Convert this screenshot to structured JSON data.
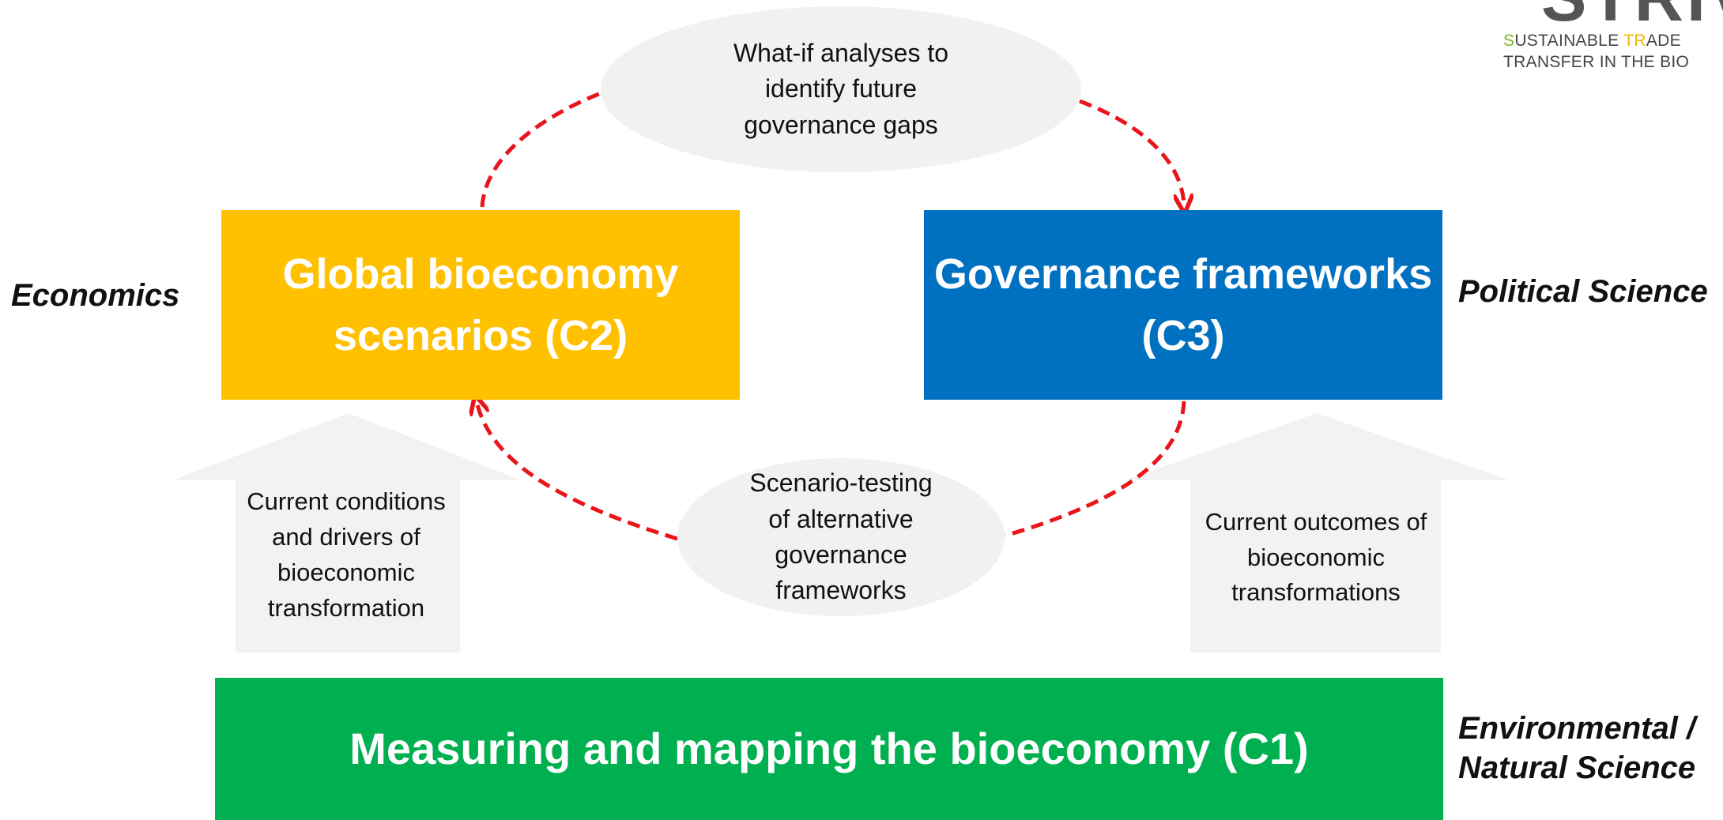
{
  "boxes": {
    "c2": "Global bioeconomy scenarios (C2)",
    "c3": "Governance frameworks (C3)",
    "c1": "Measuring and mapping the bioeconomy (C1)"
  },
  "ellipses": {
    "top": "What-if analyses to identify future governance gaps",
    "middle": "Scenario-testing of alternative governance frameworks"
  },
  "up_arrows": {
    "left": "Current conditions and drivers of bioeconomic transformation",
    "right": "Current outcomes of bioeconomic transformations"
  },
  "disciplines": {
    "economics": "Economics",
    "political_science": "Political Science",
    "environmental": "Environmental / Natural Science"
  },
  "logo": {
    "line1_s": "S",
    "line1_mid": "USTAINABLE ",
    "line1_tr": "TR",
    "line1_end": "ADE",
    "line2": "TRANSFER IN THE BIO"
  },
  "colors": {
    "c2": "#FFC000",
    "c3": "#0070C0",
    "c1": "#00B050",
    "dashed_arrows": "#E8151B",
    "shapes_gray": "#F2F2F2"
  }
}
